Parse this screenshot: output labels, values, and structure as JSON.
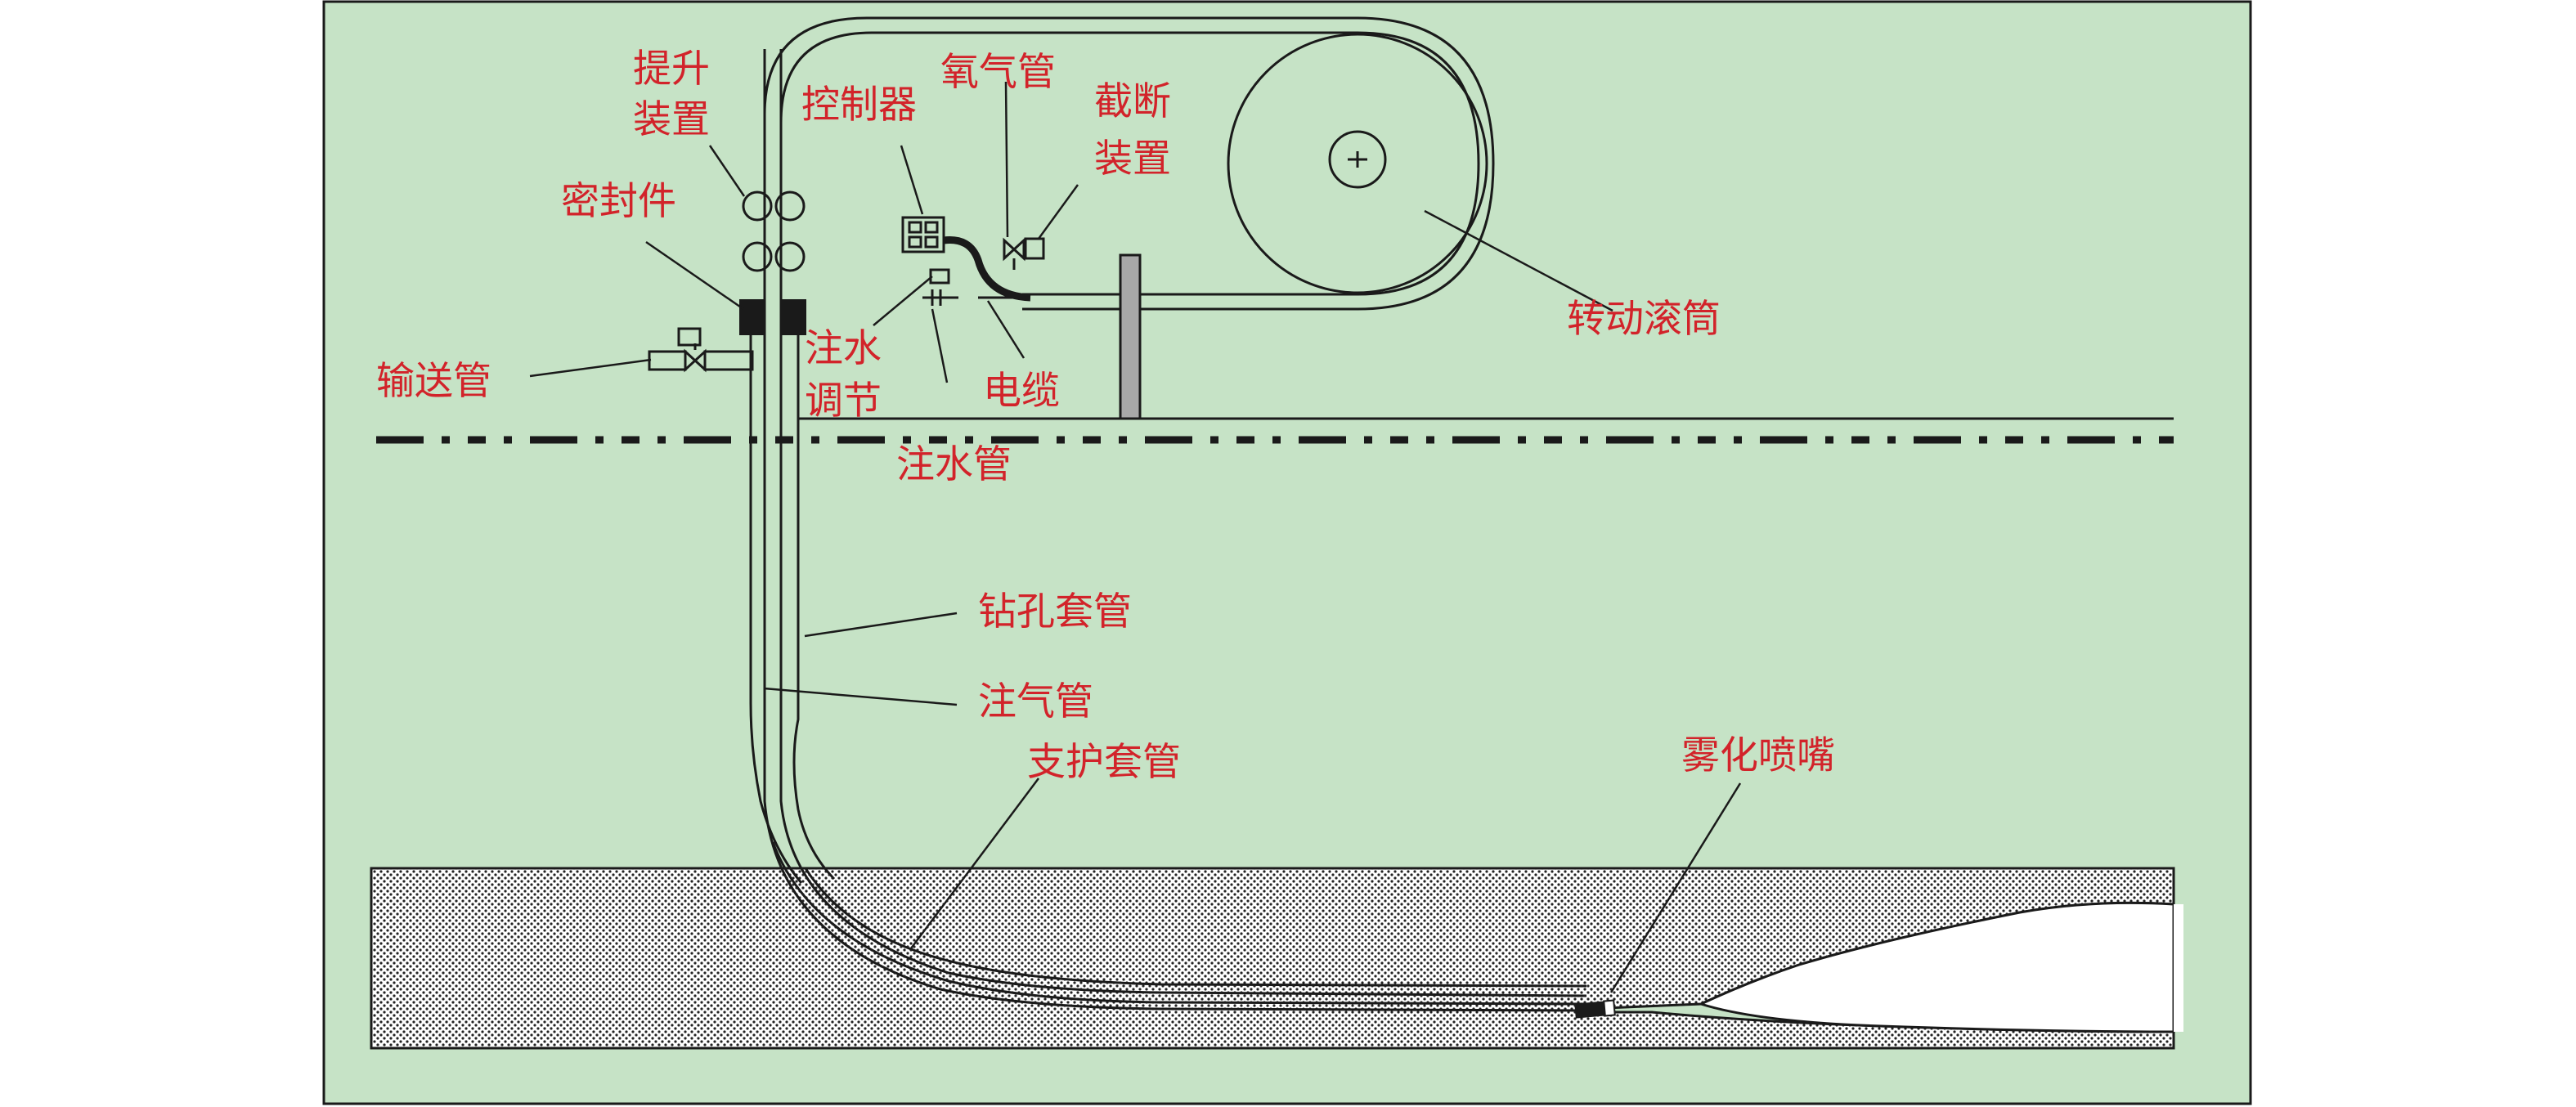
{
  "colors": {
    "background": "#c6e3c6",
    "line": "#1a1a1a",
    "label": "#d2232a",
    "hatch_dot": "#222222",
    "page": "#ffffff"
  },
  "labels": {
    "lift_device_1": "提升",
    "lift_device_2": "装置",
    "oxygen_pipe": "氧气管",
    "controller": "控制器",
    "cutoff_device_1": "截断",
    "cutoff_device_2": "装置",
    "seal": "密封件",
    "delivery_pipe": "输送管",
    "water_inject_adjust_1": "注水",
    "water_inject_adjust_2": "调节",
    "cable": "电缆",
    "rotating_drum": "转动滚筒",
    "water_inject_pipe": "注水管",
    "borehole_casing": "钻孔套管",
    "gas_inject_pipe": "注气管",
    "support_casing": "支护套管",
    "atomizing_nozzle": "雾化喷嘴"
  }
}
